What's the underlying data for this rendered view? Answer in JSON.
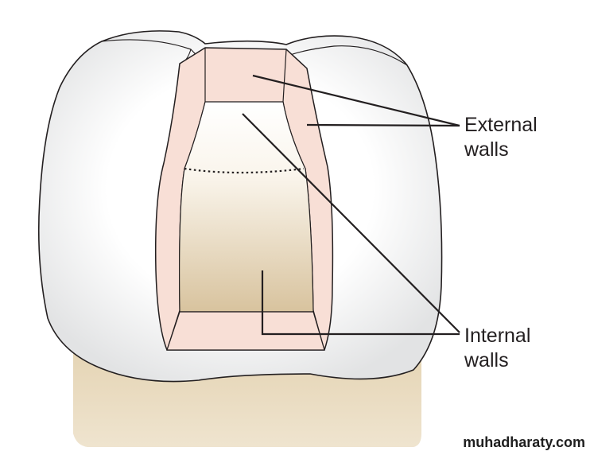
{
  "labels": {
    "external_line1": "External",
    "external_line2": "walls",
    "internal_line1": "Internal",
    "internal_line2": "walls"
  },
  "watermark": "muhadharaty.com",
  "colors": {
    "enamel_shadow": "#e4e5e6",
    "enamel": "#f7f7f7",
    "root": "#e9dcc2",
    "wall_pink": "#f8dfd6",
    "floor_top": "#fbf8f3",
    "floor_bottom": "#d9c49f",
    "line": "#231f20"
  }
}
